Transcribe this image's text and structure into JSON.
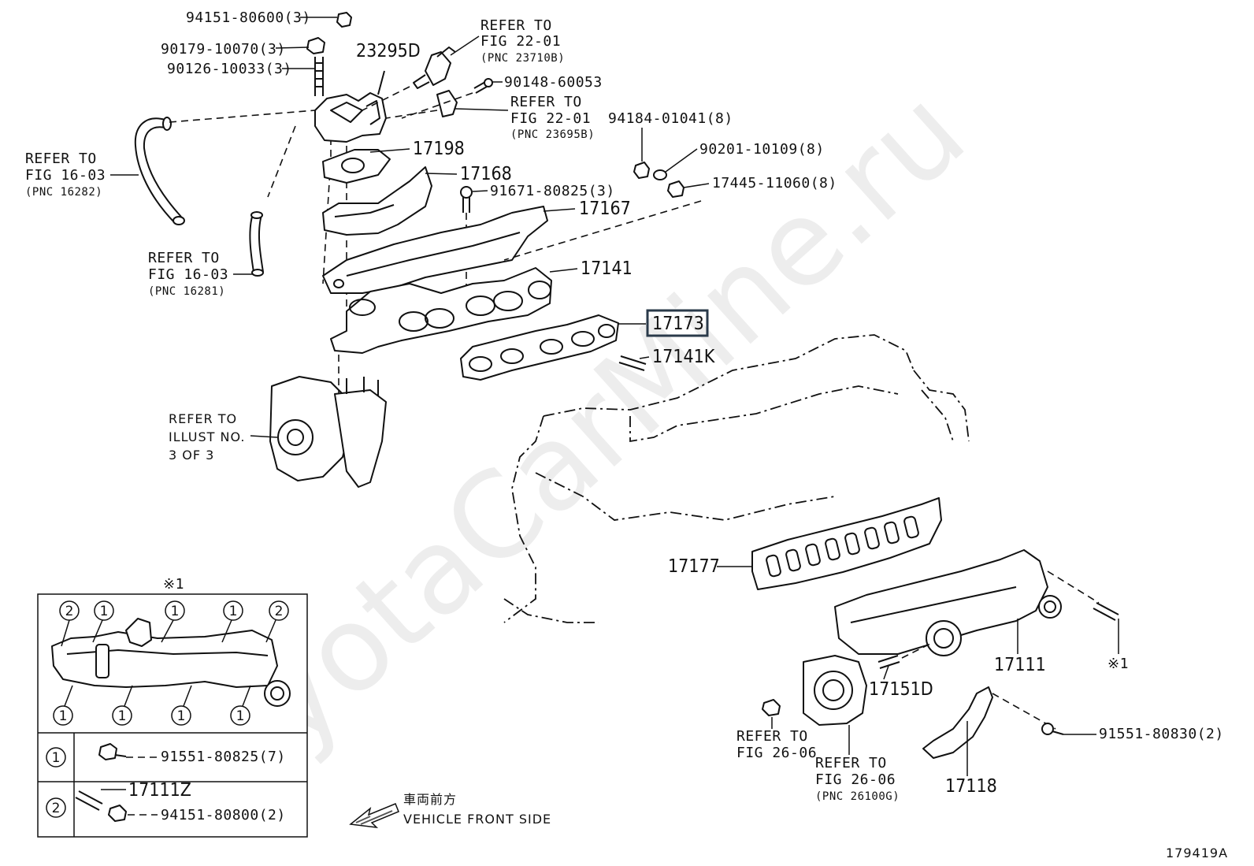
{
  "diagram_id": "179419A",
  "watermark": "ToyotaCarMine.ru",
  "highlighted_part": "17173",
  "labels": {
    "p94151_80600": "94151-80600(3)",
    "p90179_10070": "90179-10070(3)",
    "p90126_10033": "90126-10033(3)",
    "p23295D": "23295D",
    "refer_fig22_01_a": [
      "REFER TO",
      "FIG 22-01",
      "(PNC 23710B)"
    ],
    "p90148_60053": "90148-60053",
    "refer_fig22_01_b": [
      "REFER TO",
      "FIG 22-01",
      "(PNC 23695B)"
    ],
    "p94184_01041": "94184-01041(8)",
    "p90201_10109": "90201-10109(8)",
    "p17445_11060": "17445-11060(8)",
    "refer_fig16_03_a": [
      "REFER TO",
      "FIG 16-03",
      "(PNC 16282)"
    ],
    "p17198": "17198",
    "p17168": "17168",
    "p91671_80825": "91671-80825(3)",
    "p17167": "17167",
    "refer_fig16_03_b": [
      "REFER TO",
      "FIG 16-03",
      "(PNC 16281)"
    ],
    "p17141": "17141",
    "p17173": "17173",
    "p17141K": "17141K",
    "refer_illust": [
      "REFER TO",
      "ILLUST NO.",
      "3 OF 3"
    ],
    "p17177": "17177",
    "p17111": "17111",
    "note_mark": "※1",
    "p17151D": "17151D",
    "refer_fig26_06_a": [
      "REFER TO",
      "FIG 26-06"
    ],
    "refer_fig26_06_b": [
      "REFER TO",
      "FIG 26-06",
      "(PNC 26100G)"
    ],
    "p91551_80830": "91551-80830(2)",
    "p17118": "17118",
    "vehicle_front_jp": "車両前方",
    "vehicle_front_en": "VEHICLE FRONT SIDE"
  },
  "inset": {
    "title": "※1",
    "circle1": "1",
    "circle2": "2",
    "row1_part": "91551-80825(7)",
    "row2_part_a": "17111Z",
    "row2_part_b": "94151-80800(2)"
  }
}
